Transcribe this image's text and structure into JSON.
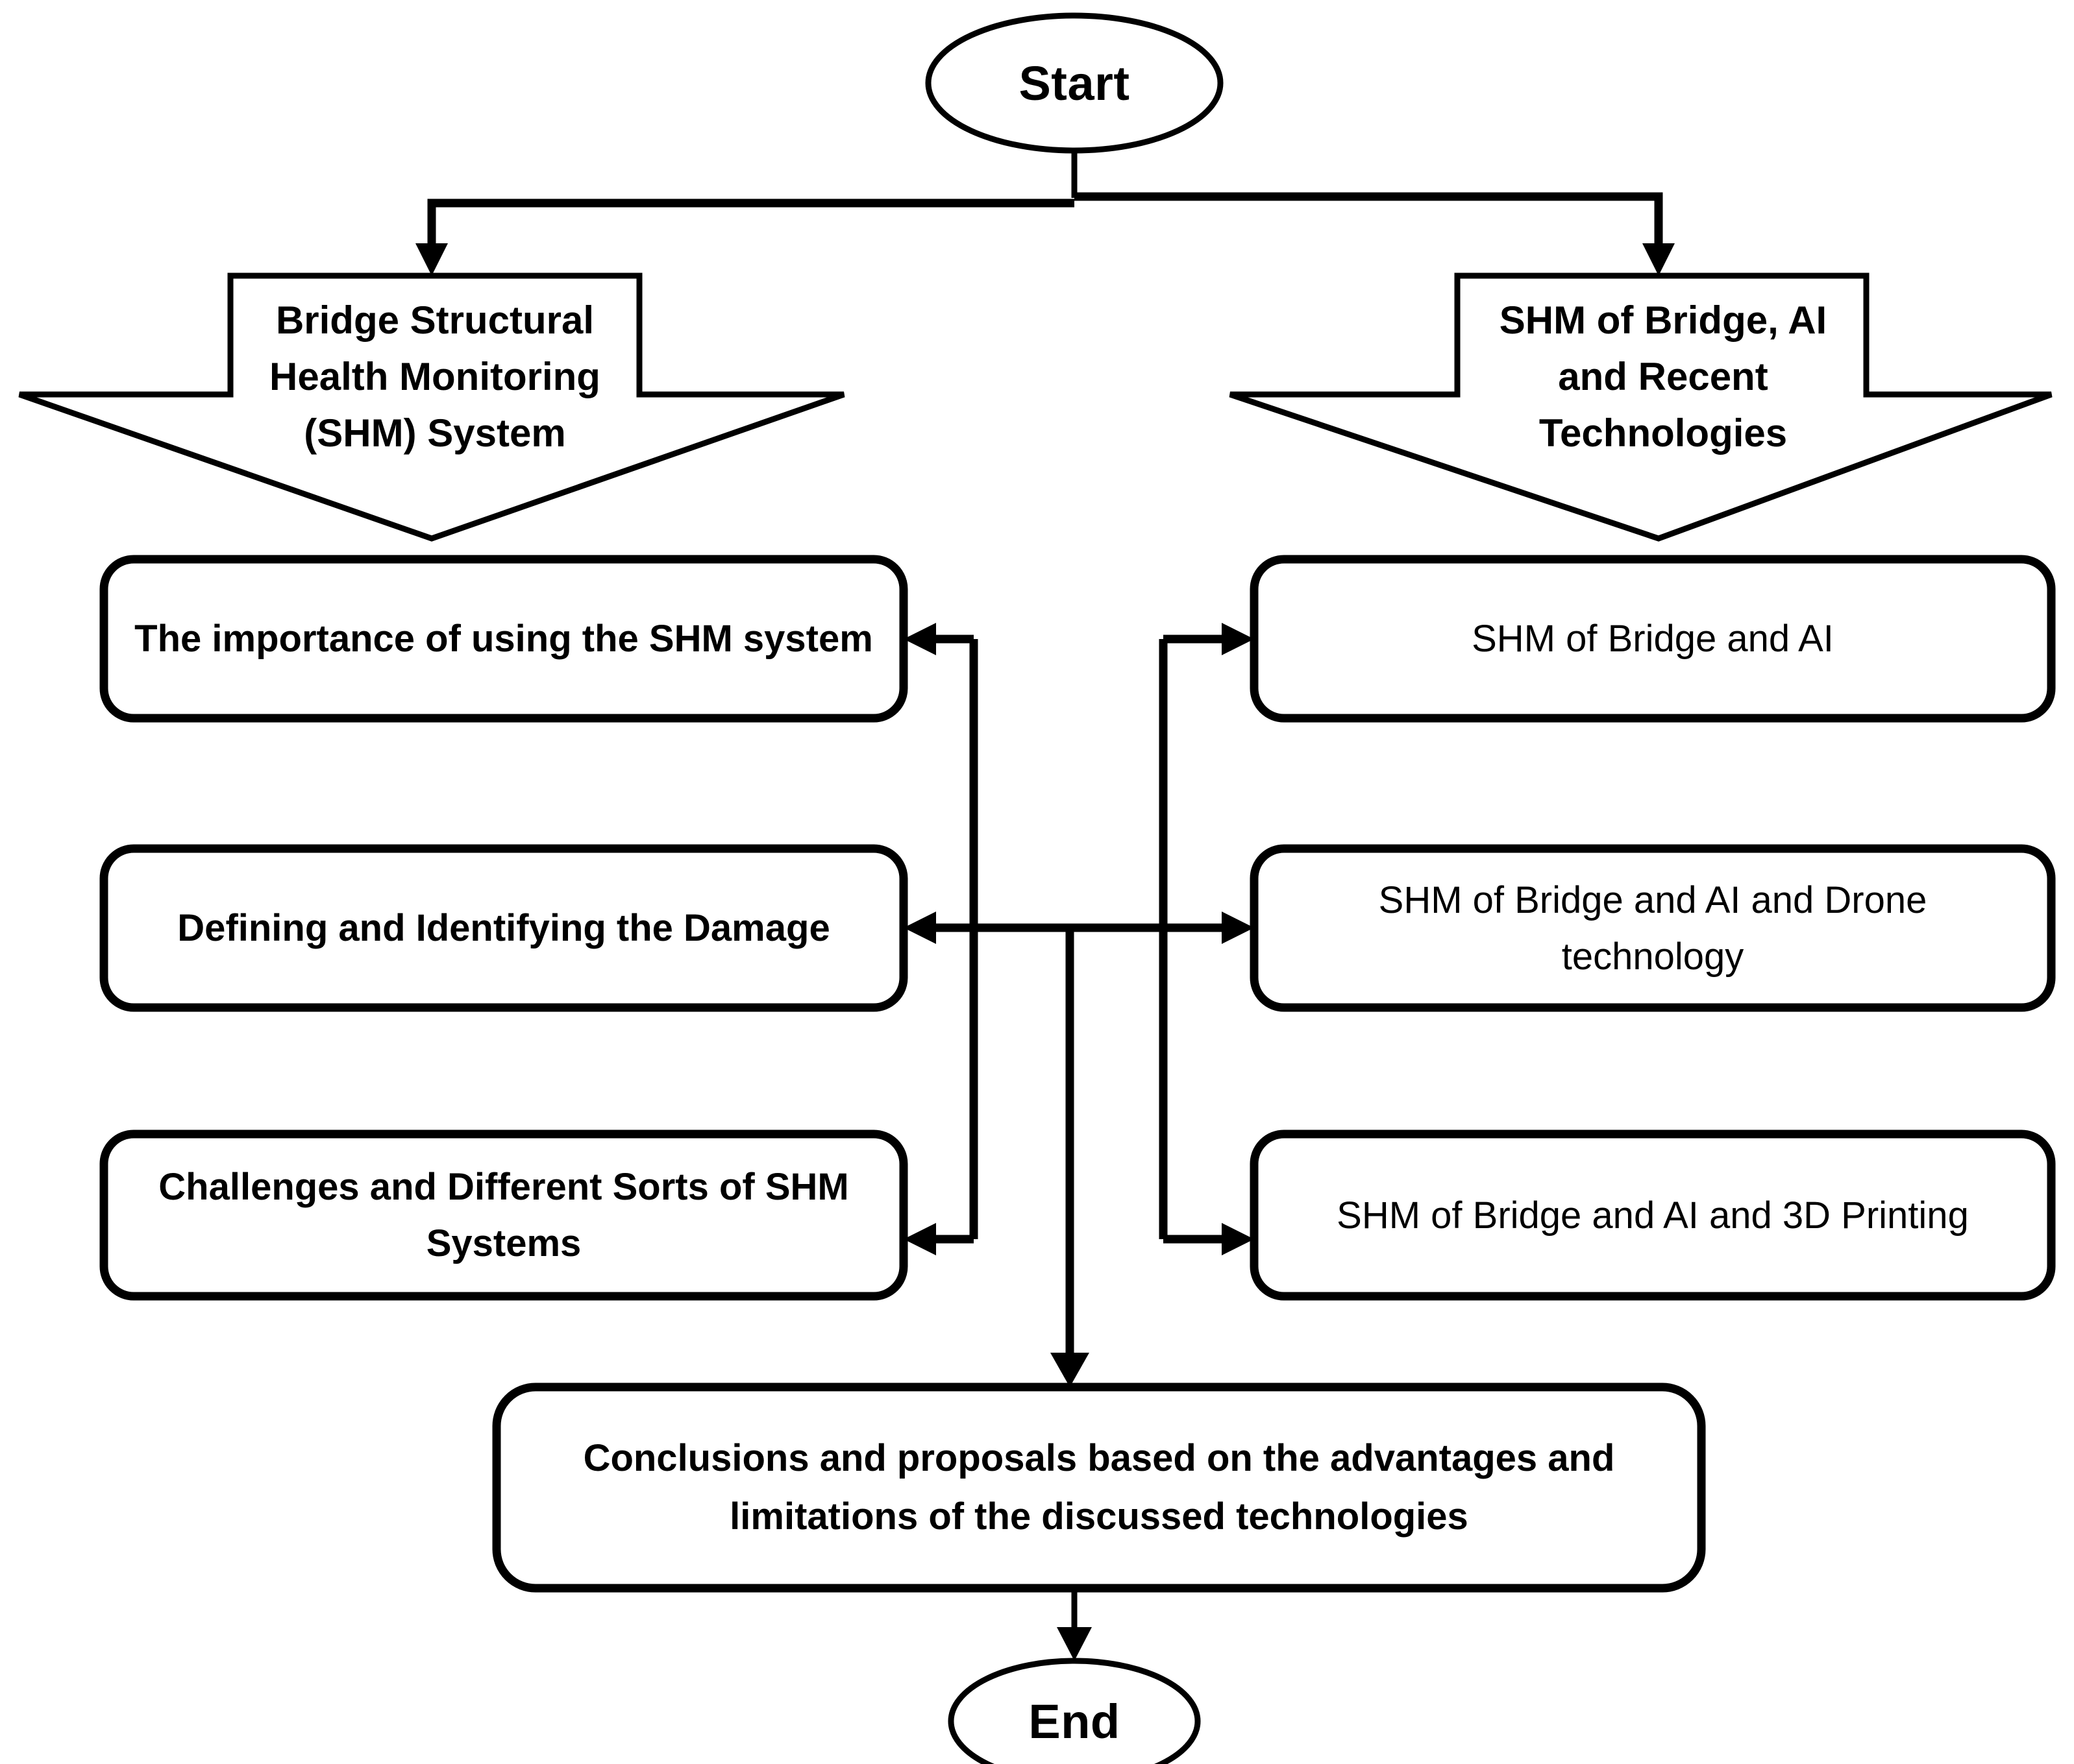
{
  "diagram": {
    "title": "SHM of Bridge Review Flowchart",
    "colors": {
      "stroke": "#000000",
      "fill": "#ffffff",
      "text": "#000000"
    },
    "terminals": {
      "start": "Start",
      "end": "End"
    },
    "branches": [
      {
        "id": "branch-left",
        "shape": "down-block-arrow",
        "label": "Bridge Structural Health Monitoring (SHM) System"
      },
      {
        "id": "branch-right",
        "shape": "down-block-arrow",
        "label": "SHM of Bridge, AI and Recent Technologies"
      }
    ],
    "left_column": [
      {
        "id": "left-1",
        "label": "The importance of using the SHM system"
      },
      {
        "id": "left-2",
        "label": "Defining and Identifying the Damage"
      },
      {
        "id": "left-3",
        "label": "Challenges and Different Sorts of SHM Systems"
      }
    ],
    "right_column": [
      {
        "id": "right-1",
        "label": "SHM of Bridge and AI"
      },
      {
        "id": "right-2",
        "label": "SHM of Bridge and AI and Drone technology"
      },
      {
        "id": "right-3",
        "label": "SHM of Bridge and AI and 3D Printing"
      }
    ],
    "conclusion": {
      "id": "conclusion",
      "label": "Conclusions and proposals based on the advantages and limitations of the discussed technologies"
    },
    "connector_names": [
      "start-to-left-branch",
      "start-to-right-branch",
      "left-branch-to-left-column",
      "right-branch-to-right-column",
      "left-spine-to-left-1",
      "left-spine-to-left-2",
      "left-spine-to-left-3",
      "right-spine-to-right-1",
      "right-spine-to-right-2",
      "right-spine-to-right-3",
      "center-spine-to-conclusion",
      "conclusion-to-end"
    ]
  }
}
